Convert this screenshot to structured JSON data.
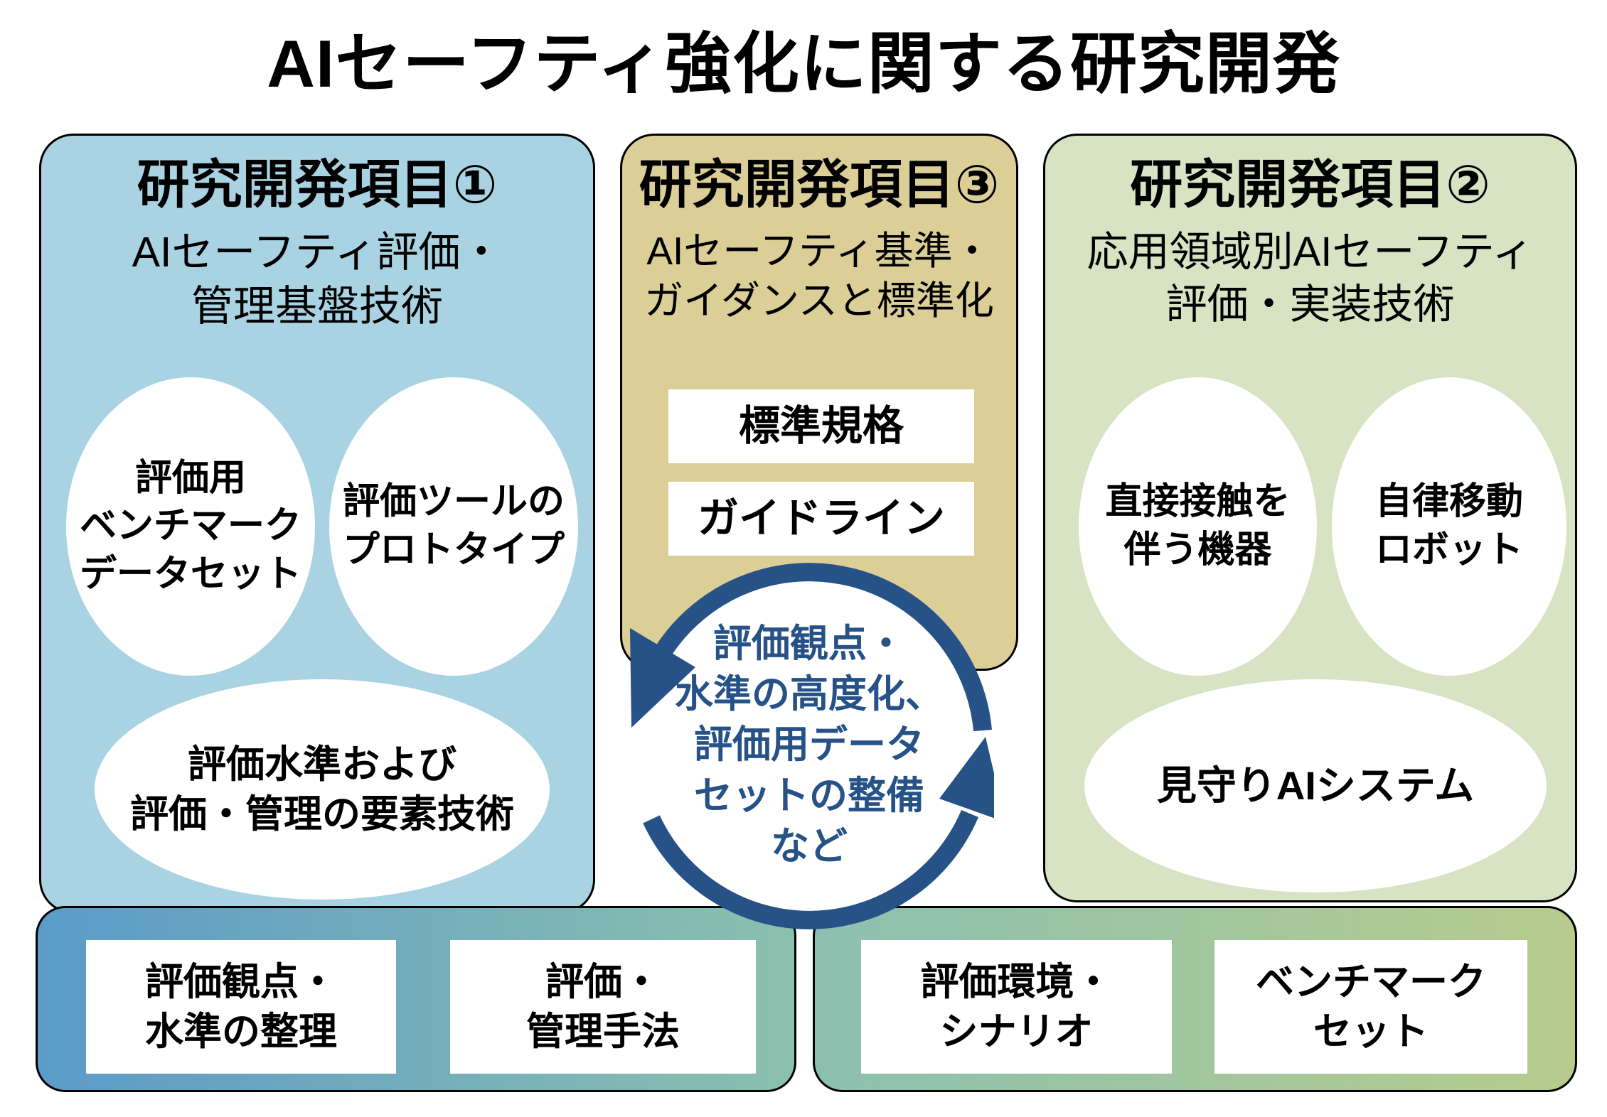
{
  "title": "AIセーフティ強化に関する研究開発",
  "panels": {
    "item1": {
      "header": "研究開発項目①",
      "subtitle": "AIセーフティ評価・\n管理基盤技術",
      "ellipses": [
        "評価用\nベンチマーク\nデータセット",
        "評価ツールの\nプロトタイプ",
        "評価水準および\n評価・管理の要素技術"
      ]
    },
    "item3": {
      "header": "研究開発項目③",
      "subtitle": "AIセーフティ基準・\nガイダンスと標準化",
      "boxes": [
        "標準規格",
        "ガイドライン"
      ]
    },
    "item2": {
      "header": "研究開発項目②",
      "subtitle": "応用領域別AIセーフティ\n評価・実装技術",
      "ellipses": [
        "直接接触を\n伴う機器",
        "自律移動\nロボット",
        "見守りAIシステム"
      ]
    }
  },
  "cycle": {
    "label": "評価観点・\n水準の高度化、\n評価用データ\nセットの整備\nなど"
  },
  "bottom_bars": {
    "left": {
      "boxes": [
        "評価観点・\n水準の整理",
        "評価・\n管理手法"
      ]
    },
    "right": {
      "boxes": [
        "評価環境・\nシナリオ",
        "ベンチマーク\nセット"
      ]
    }
  },
  "colors": {
    "navy": "#265287",
    "panel1_bg": "#a9d3e2",
    "panel3_bg": "#dbce96",
    "panel2_bg": "#d7e3c3",
    "bar_left_from": "#5b9bc9",
    "bar_left_to": "#8bc0ae",
    "bar_right_from": "#8bc0b0",
    "bar_right_to": "#b7cc8d"
  }
}
